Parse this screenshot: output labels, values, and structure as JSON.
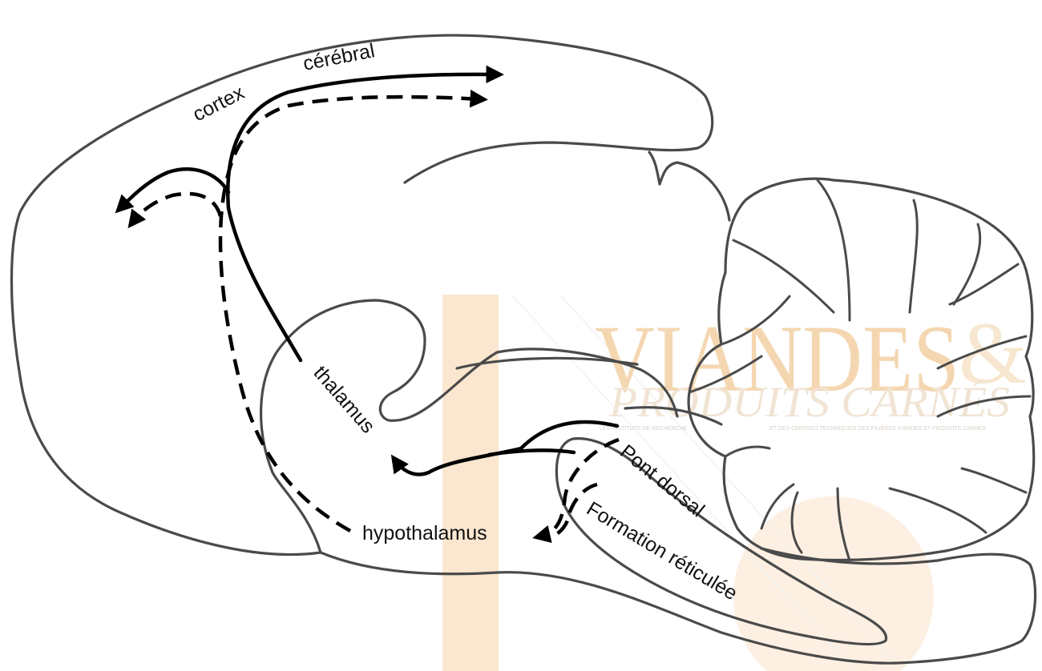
{
  "labels": {
    "cortex": "cortex",
    "cerebral": "cérébral",
    "thalamus": "thalamus",
    "hypothalamus": "hypothalamus",
    "pont_dorsal": "Pont dorsal",
    "formation_reticulee": "Formation réticulée"
  },
  "watermark": {
    "title": "VIANDES",
    "ampersand": "&",
    "subtitle": "PRODUITS CARNÉS",
    "tagline_left": "LES INSTITUTS DE RECHERCHE",
    "tagline_right": "ET DES CENTRES TECHNIQUES DES FILIÈRES VIANDES ET PRODUITS CARNÉS"
  },
  "colors": {
    "outline": "#4a4a4a",
    "pathway": "#000000",
    "reticular_fill": "#efefef",
    "watermark_bar": "#fbe6cf",
    "watermark_circle": "#fdf0e2"
  }
}
